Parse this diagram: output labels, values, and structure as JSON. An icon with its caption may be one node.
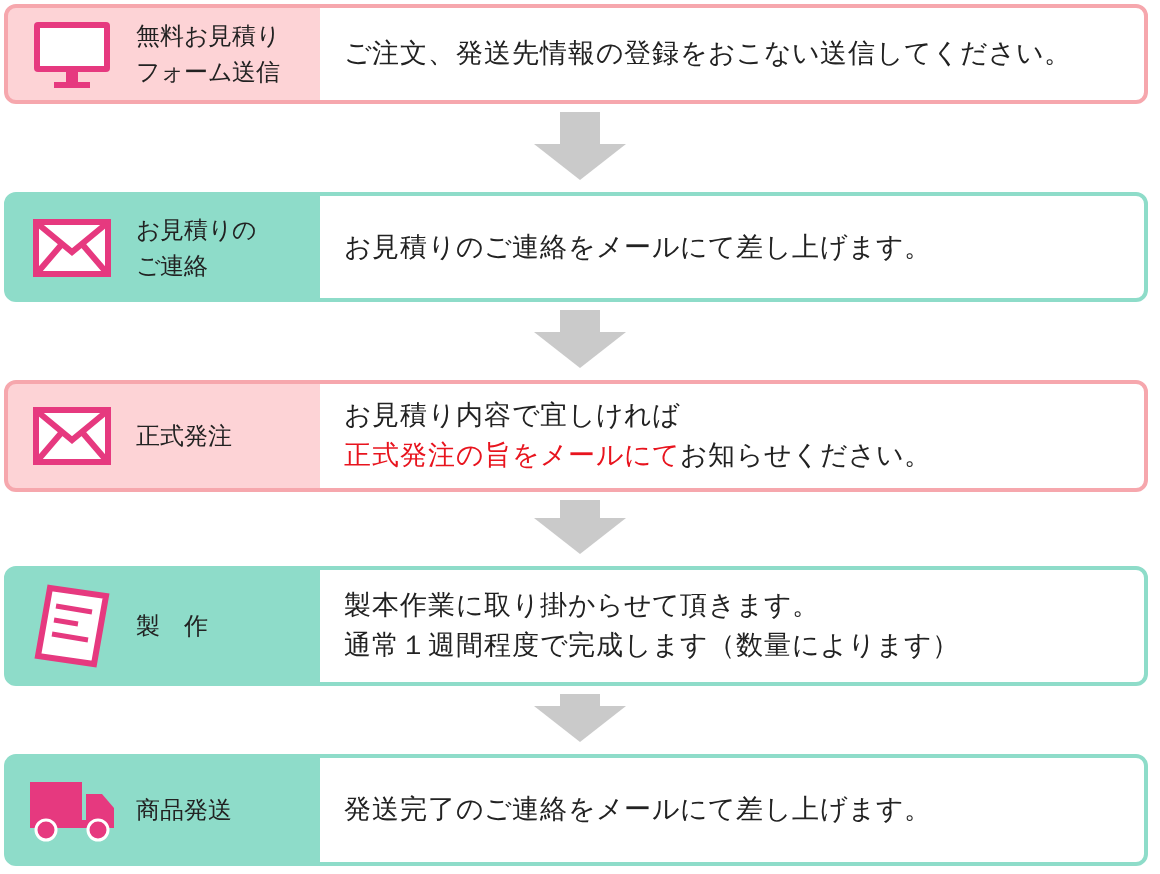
{
  "diagram": {
    "nodes": [
      {
        "text": [
          "無料お見積りフォーム送信",
          "ご注文、発送先情報の登録をおこない送信してください。"
        ]
      },
      {
        "text": [
          "お見積りのご連絡",
          "お見積りのご連絡をメールにて差し上げます。"
        ]
      },
      {
        "text": [
          "正式発注",
          "お見積り内容で宜しければ",
          "**正式発注の旨をメールにて**お知らせください。"
        ]
      },
      {
        "text": [
          "製　作",
          "製本作業に取り掛からせて頂きます。",
          "通常１週間程度で完成します（数量によります）"
        ]
      },
      {
        "text": [
          "商品発送",
          "発送完了のご連絡をメールにて差し上げます。"
        ]
      }
    ],
    "edges": [
      {
        "from": 0,
        "to": 1,
        "arrow": "to"
      },
      {
        "from": 1,
        "to": 2,
        "arrow": "to"
      },
      {
        "from": 2,
        "to": 3,
        "arrow": "to"
      },
      {
        "from": 3,
        "to": 4,
        "arrow": "to"
      }
    ]
  }
}
